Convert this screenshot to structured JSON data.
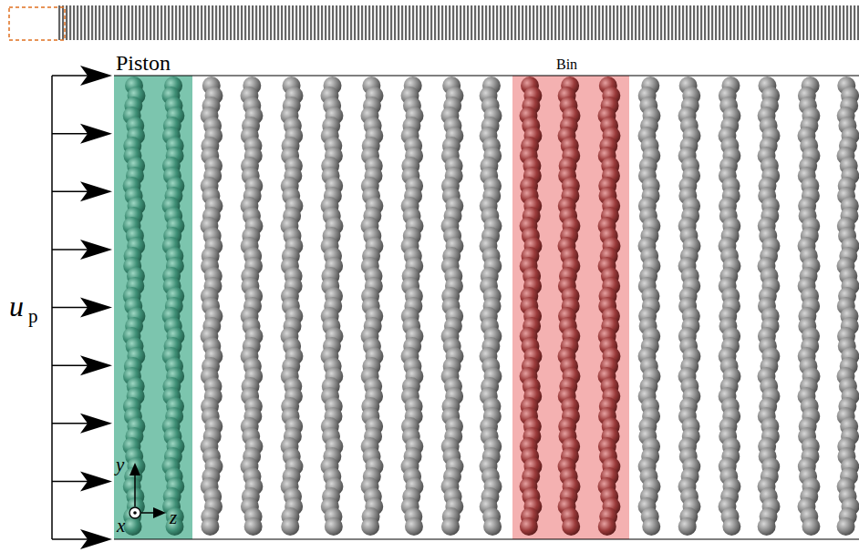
{
  "diagram": {
    "nodes": [
      {
        "text": [
          "Piston"
        ]
      },
      {
        "text": [
          "Bin"
        ]
      }
    ],
    "labels": [
      "u",
      "p",
      "y",
      "x",
      "z"
    ]
  }
}
